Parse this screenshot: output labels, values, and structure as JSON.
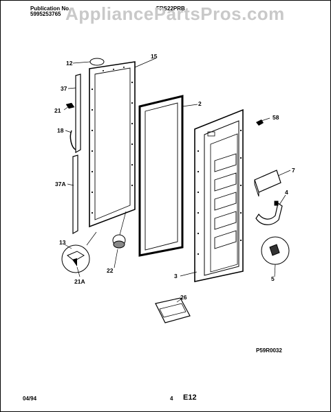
{
  "header": {
    "publication_label": "Publication No.",
    "publication_number": "5995253765",
    "model": "FRS22PRB"
  },
  "watermark": "AppliancePartsPros.com",
  "callouts": {
    "p12": "12",
    "p15": "15",
    "p37": "37",
    "p21": "21",
    "p18": "18",
    "p2": "2",
    "p58": "58",
    "p7": "7",
    "p4": "4",
    "p37a": "37A",
    "p13": "13",
    "p22": "22",
    "p21a": "21A",
    "p3": "3",
    "p5": "5",
    "p26": "26"
  },
  "figure_code": "P59R0032",
  "footer": {
    "date": "04/94",
    "page": "4",
    "section": "E12"
  }
}
